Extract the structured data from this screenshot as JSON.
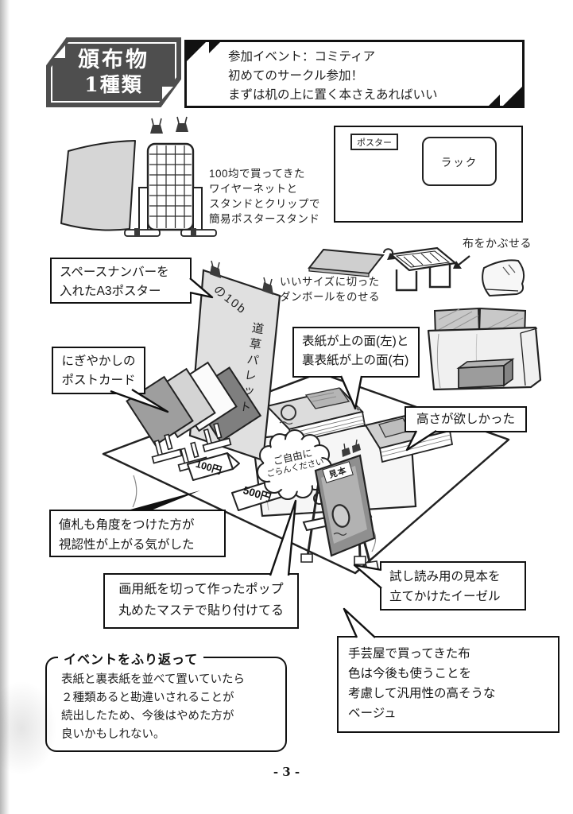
{
  "page": {
    "number": "- 3 -"
  },
  "badge": {
    "line1": "頒布物",
    "line2": "1種類"
  },
  "header": {
    "line1": "参加イベント：コミティア",
    "line2": "初めてのサークル参加！",
    "line3": "まずは机の上に置く本さえあればいい"
  },
  "diagram": {
    "poster_label": "ポスター",
    "rack_label": "ラック"
  },
  "captions": {
    "wire_net": {
      "l1": "100均で買ってきた",
      "l2": "ワイヤーネットと",
      "l3": "スタンドとクリップで",
      "l4": "簡易ポスタースタンド"
    },
    "cardboard": {
      "l1": "いいサイズに切った",
      "l2": "ダンボールをのせる"
    },
    "cloth_cover": "布をかぶせる"
  },
  "callouts": {
    "space_number": {
      "l1": "スペースナンバーを",
      "l2": "入れたA3ポスター"
    },
    "postcards": {
      "l1": "にぎやかしの",
      "l2": "ポストカード"
    },
    "covers": {
      "l1": "表紙が上の面(左)と",
      "l2": "裏表紙が上の面(右)"
    },
    "height": "高さが欲しかった",
    "price_tags": {
      "l1": "値札も角度をつけた方が",
      "l2": "視認性が上がる気がした"
    },
    "pop": {
      "l1": "画用紙を切って作ったポップ",
      "l2": "丸めたマステで貼り付けてる"
    },
    "easel": {
      "l1": "試し読み用の見本を",
      "l2": "立てかけたイーゼル"
    },
    "cloth": {
      "l1": "手芸屋で買ってきた布",
      "l2": "色は今後も使うことを",
      "l3": "考慮して汎用性の高そうな",
      "l4": "ベージュ"
    }
  },
  "table_labels": {
    "poster_space_no": "の10b",
    "poster_name": "道草パレット",
    "price_100": "100円",
    "price_500": "500円",
    "free_view": {
      "l1": "ご自由に",
      "l2": "ごらんください"
    },
    "sample": "見本"
  },
  "summary": {
    "title": "イベントをふり返って",
    "l1": "表紙と裏表紙を並べて置いていたら",
    "l2": "２種類あると勘違いされることが",
    "l3": "続出したため、今後はやめた方が",
    "l4": "良いかもしれない。"
  },
  "colors": {
    "ink": "#111111",
    "badge_bg": "#4e4e4e",
    "paper_gray": "#d6d6d6",
    "mid_gray": "#9e9e9e"
  }
}
